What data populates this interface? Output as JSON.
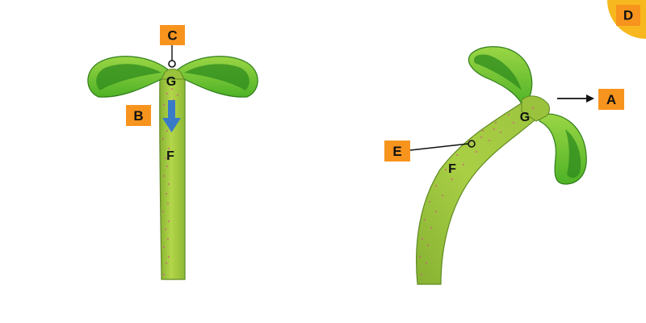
{
  "colors": {
    "stem": "#9ac23c",
    "stem_edge": "#5f8a22",
    "leaf": "#5cbf2a",
    "leaf_dark": "#2e8b1e",
    "leaf_light": "#a6dc4a",
    "dots": "#d94a8c",
    "label_box": "#f7941d",
    "arrow_blue": "#3a7bc8",
    "corner_badge": "#f7b81f"
  },
  "labels": {
    "a": "A",
    "b": "B",
    "c": "C",
    "d": "D",
    "e": "E",
    "f_left": "F",
    "g_left": "G",
    "f_right": "F",
    "g_right": "G"
  }
}
